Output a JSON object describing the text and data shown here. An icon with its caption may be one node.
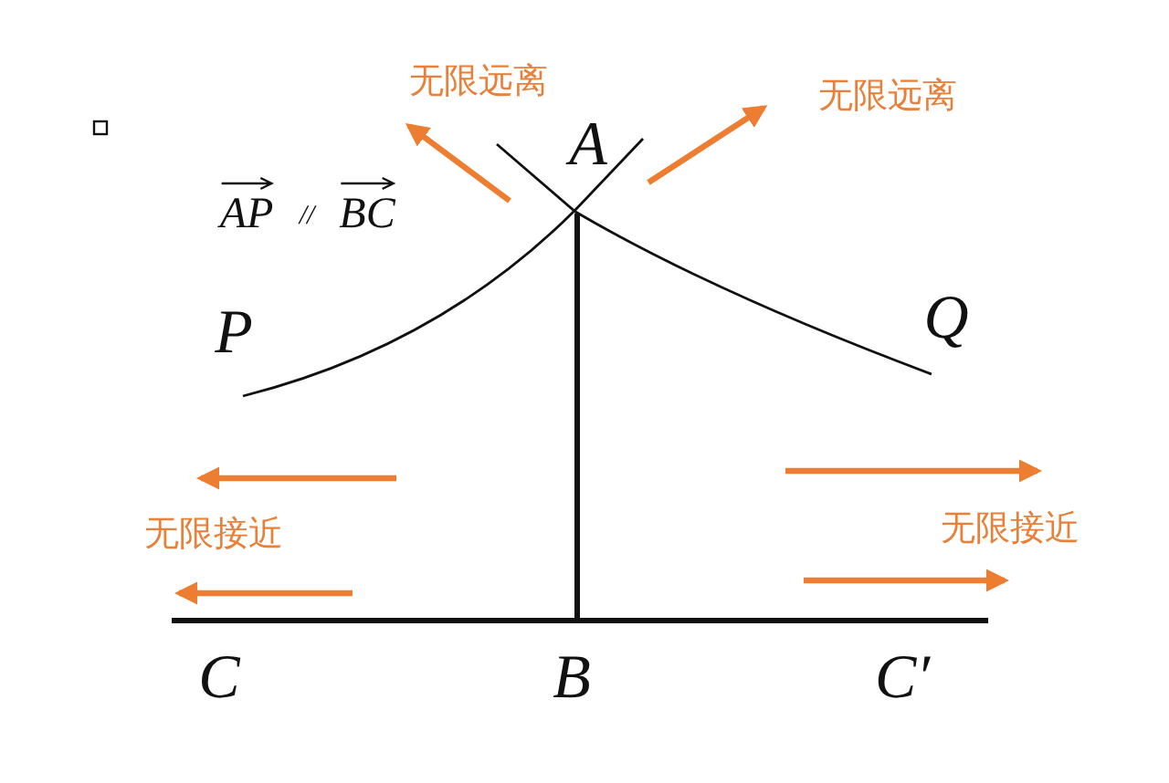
{
  "diagram": {
    "labels": [
      "无限远离",
      "无限远离",
      "A",
      "AP",
      "//",
      "BC",
      "P",
      "Q",
      "无限接近",
      "无限接近",
      "C",
      "B",
      "C′"
    ]
  }
}
